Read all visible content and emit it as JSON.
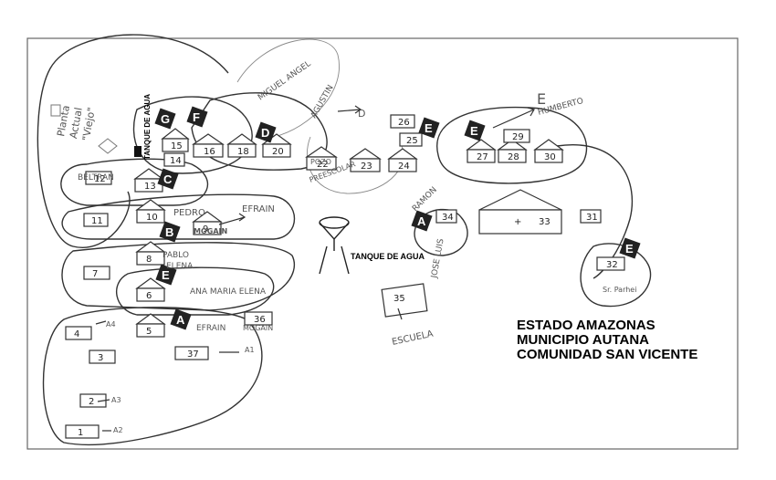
{
  "title_block": {
    "line1": "ESTADO AMAZONAS",
    "line2": "MUNICIPIO AUTANA",
    "line3": "COMUNIDAD SAN VICENTE"
  },
  "typed_labels": {
    "tank_top": "TANQUE DE AGUA",
    "tank_center": "TANQUE DE AGUA",
    "mogain": "MOGAIN"
  },
  "margin_note": {
    "line1": "Planta",
    "line2": "Actual",
    "line3": "\"Viejo\""
  },
  "cluster_markers": [
    "G",
    "F",
    "D",
    "C",
    "B",
    "E",
    "A",
    "E",
    "E",
    "A",
    "E"
  ],
  "houses": [
    "15",
    "16",
    "18",
    "20",
    "22",
    "23",
    "24",
    "25",
    "26",
    "27",
    "28",
    "29",
    "30",
    "14",
    "13",
    "12",
    "10",
    "11",
    "9",
    "8",
    "7",
    "6",
    "5",
    "4",
    "3",
    "2",
    "1",
    "33",
    "34",
    "37",
    "31",
    "32",
    "35",
    "36"
  ],
  "names": {
    "pedro": "PEDRO",
    "efrain": "EFRAIN",
    "efrain2": "EFRAIN",
    "pablo": "PABLO",
    "elena": "ELENA",
    "ana_maria_elena": "ANA MARIA ELENA",
    "beltran": "BELTRAN",
    "ramon": "RAMON",
    "jose_luis": "JOSE LUIS",
    "humberto": "HUMBERTO",
    "agustin": "AGUSTIN",
    "miguel": "MIGUEL ANGEL",
    "escuela": "ESCUELA",
    "preescolar": "PREESCOLAR",
    "pozo": "POZO",
    "dd": "D",
    "sr_parhei": "Sr. Parhei",
    "mogain_lower": "MOGAIN",
    "a1": "A1",
    "a2": "A2",
    "a3": "A3",
    "a4": "A4",
    "e_arrow": "E"
  }
}
